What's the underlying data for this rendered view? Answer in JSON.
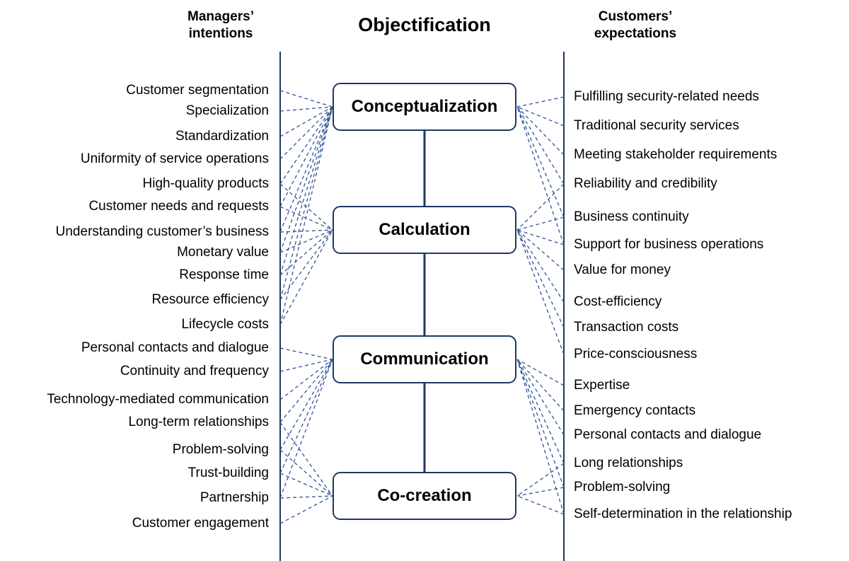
{
  "header": {
    "left": [
      "Managers’",
      "intentions"
    ],
    "right": [
      "Customers’",
      "expectations"
    ],
    "title": "Objectification"
  },
  "colors": {
    "line": "#1f3864",
    "dash": "#2f5597"
  },
  "stages": [
    {
      "label": "Conceptualization"
    },
    {
      "label": "Calculation"
    },
    {
      "label": "Communication"
    },
    {
      "label": "Co-creation"
    }
  ],
  "managers_intentions": [
    "Customer segmentation",
    "Specialization",
    "Standardization",
    "Uniformity of service operations",
    "High-quality products",
    "Customer needs and requests",
    "Understanding customer’s business",
    "Monetary value",
    "Response time",
    "Resource efficiency",
    "Lifecycle costs",
    "Personal contacts and dialogue",
    "Continuity and frequency",
    "Technology-mediated communication",
    "Long-term relationships",
    "Problem-solving",
    "Trust-building",
    "Partnership",
    "Customer engagement"
  ],
  "customers_expectations": [
    "Fulfilling security-related needs",
    "Traditional security services",
    "Meeting stakeholder requirements",
    "Reliability and credibility",
    "Business continuity",
    "Support for business operations",
    "Value for money",
    "Cost-efficiency",
    "Transaction costs",
    "Price-consciousness",
    "Expertise",
    "Emergency contacts",
    "Personal contacts and dialogue",
    "Long relationships",
    "Problem-solving",
    "Self-determination in the relationship"
  ],
  "links_left": [
    {
      "from": 0,
      "to": [
        0
      ]
    },
    {
      "from": 1,
      "to": [
        0
      ]
    },
    {
      "from": 2,
      "to": [
        0
      ]
    },
    {
      "from": 3,
      "to": [
        0
      ]
    },
    {
      "from": 4,
      "to": [
        0,
        1
      ]
    },
    {
      "from": 5,
      "to": [
        0,
        1
      ]
    },
    {
      "from": 6,
      "to": [
        0,
        1
      ]
    },
    {
      "from": 7,
      "to": [
        0,
        1
      ]
    },
    {
      "from": 8,
      "to": [
        0,
        1
      ]
    },
    {
      "from": 9,
      "to": [
        0,
        1
      ]
    },
    {
      "from": 10,
      "to": [
        0,
        1
      ]
    },
    {
      "from": 11,
      "to": [
        2
      ]
    },
    {
      "from": 12,
      "to": [
        2
      ]
    },
    {
      "from": 13,
      "to": [
        2
      ]
    },
    {
      "from": 14,
      "to": [
        2,
        3
      ]
    },
    {
      "from": 15,
      "to": [
        2,
        3
      ]
    },
    {
      "from": 16,
      "to": [
        2,
        3
      ]
    },
    {
      "from": 17,
      "to": [
        2,
        3
      ]
    },
    {
      "from": 18,
      "to": [
        3
      ]
    }
  ],
  "links_right": [
    {
      "from": 0,
      "to": [
        0
      ]
    },
    {
      "from": 1,
      "to": [
        0
      ]
    },
    {
      "from": 2,
      "to": [
        0
      ]
    },
    {
      "from": 3,
      "to": [
        0,
        1
      ]
    },
    {
      "from": 4,
      "to": [
        0,
        1
      ]
    },
    {
      "from": 5,
      "to": [
        0,
        1
      ]
    },
    {
      "from": 6,
      "to": [
        1
      ]
    },
    {
      "from": 7,
      "to": [
        1
      ]
    },
    {
      "from": 8,
      "to": [
        1
      ]
    },
    {
      "from": 9,
      "to": [
        1
      ]
    },
    {
      "from": 10,
      "to": [
        2
      ]
    },
    {
      "from": 11,
      "to": [
        2
      ]
    },
    {
      "from": 12,
      "to": [
        2
      ]
    },
    {
      "from": 13,
      "to": [
        2,
        3
      ]
    },
    {
      "from": 14,
      "to": [
        2,
        3
      ]
    },
    {
      "from": 15,
      "to": [
        2,
        3
      ]
    }
  ]
}
